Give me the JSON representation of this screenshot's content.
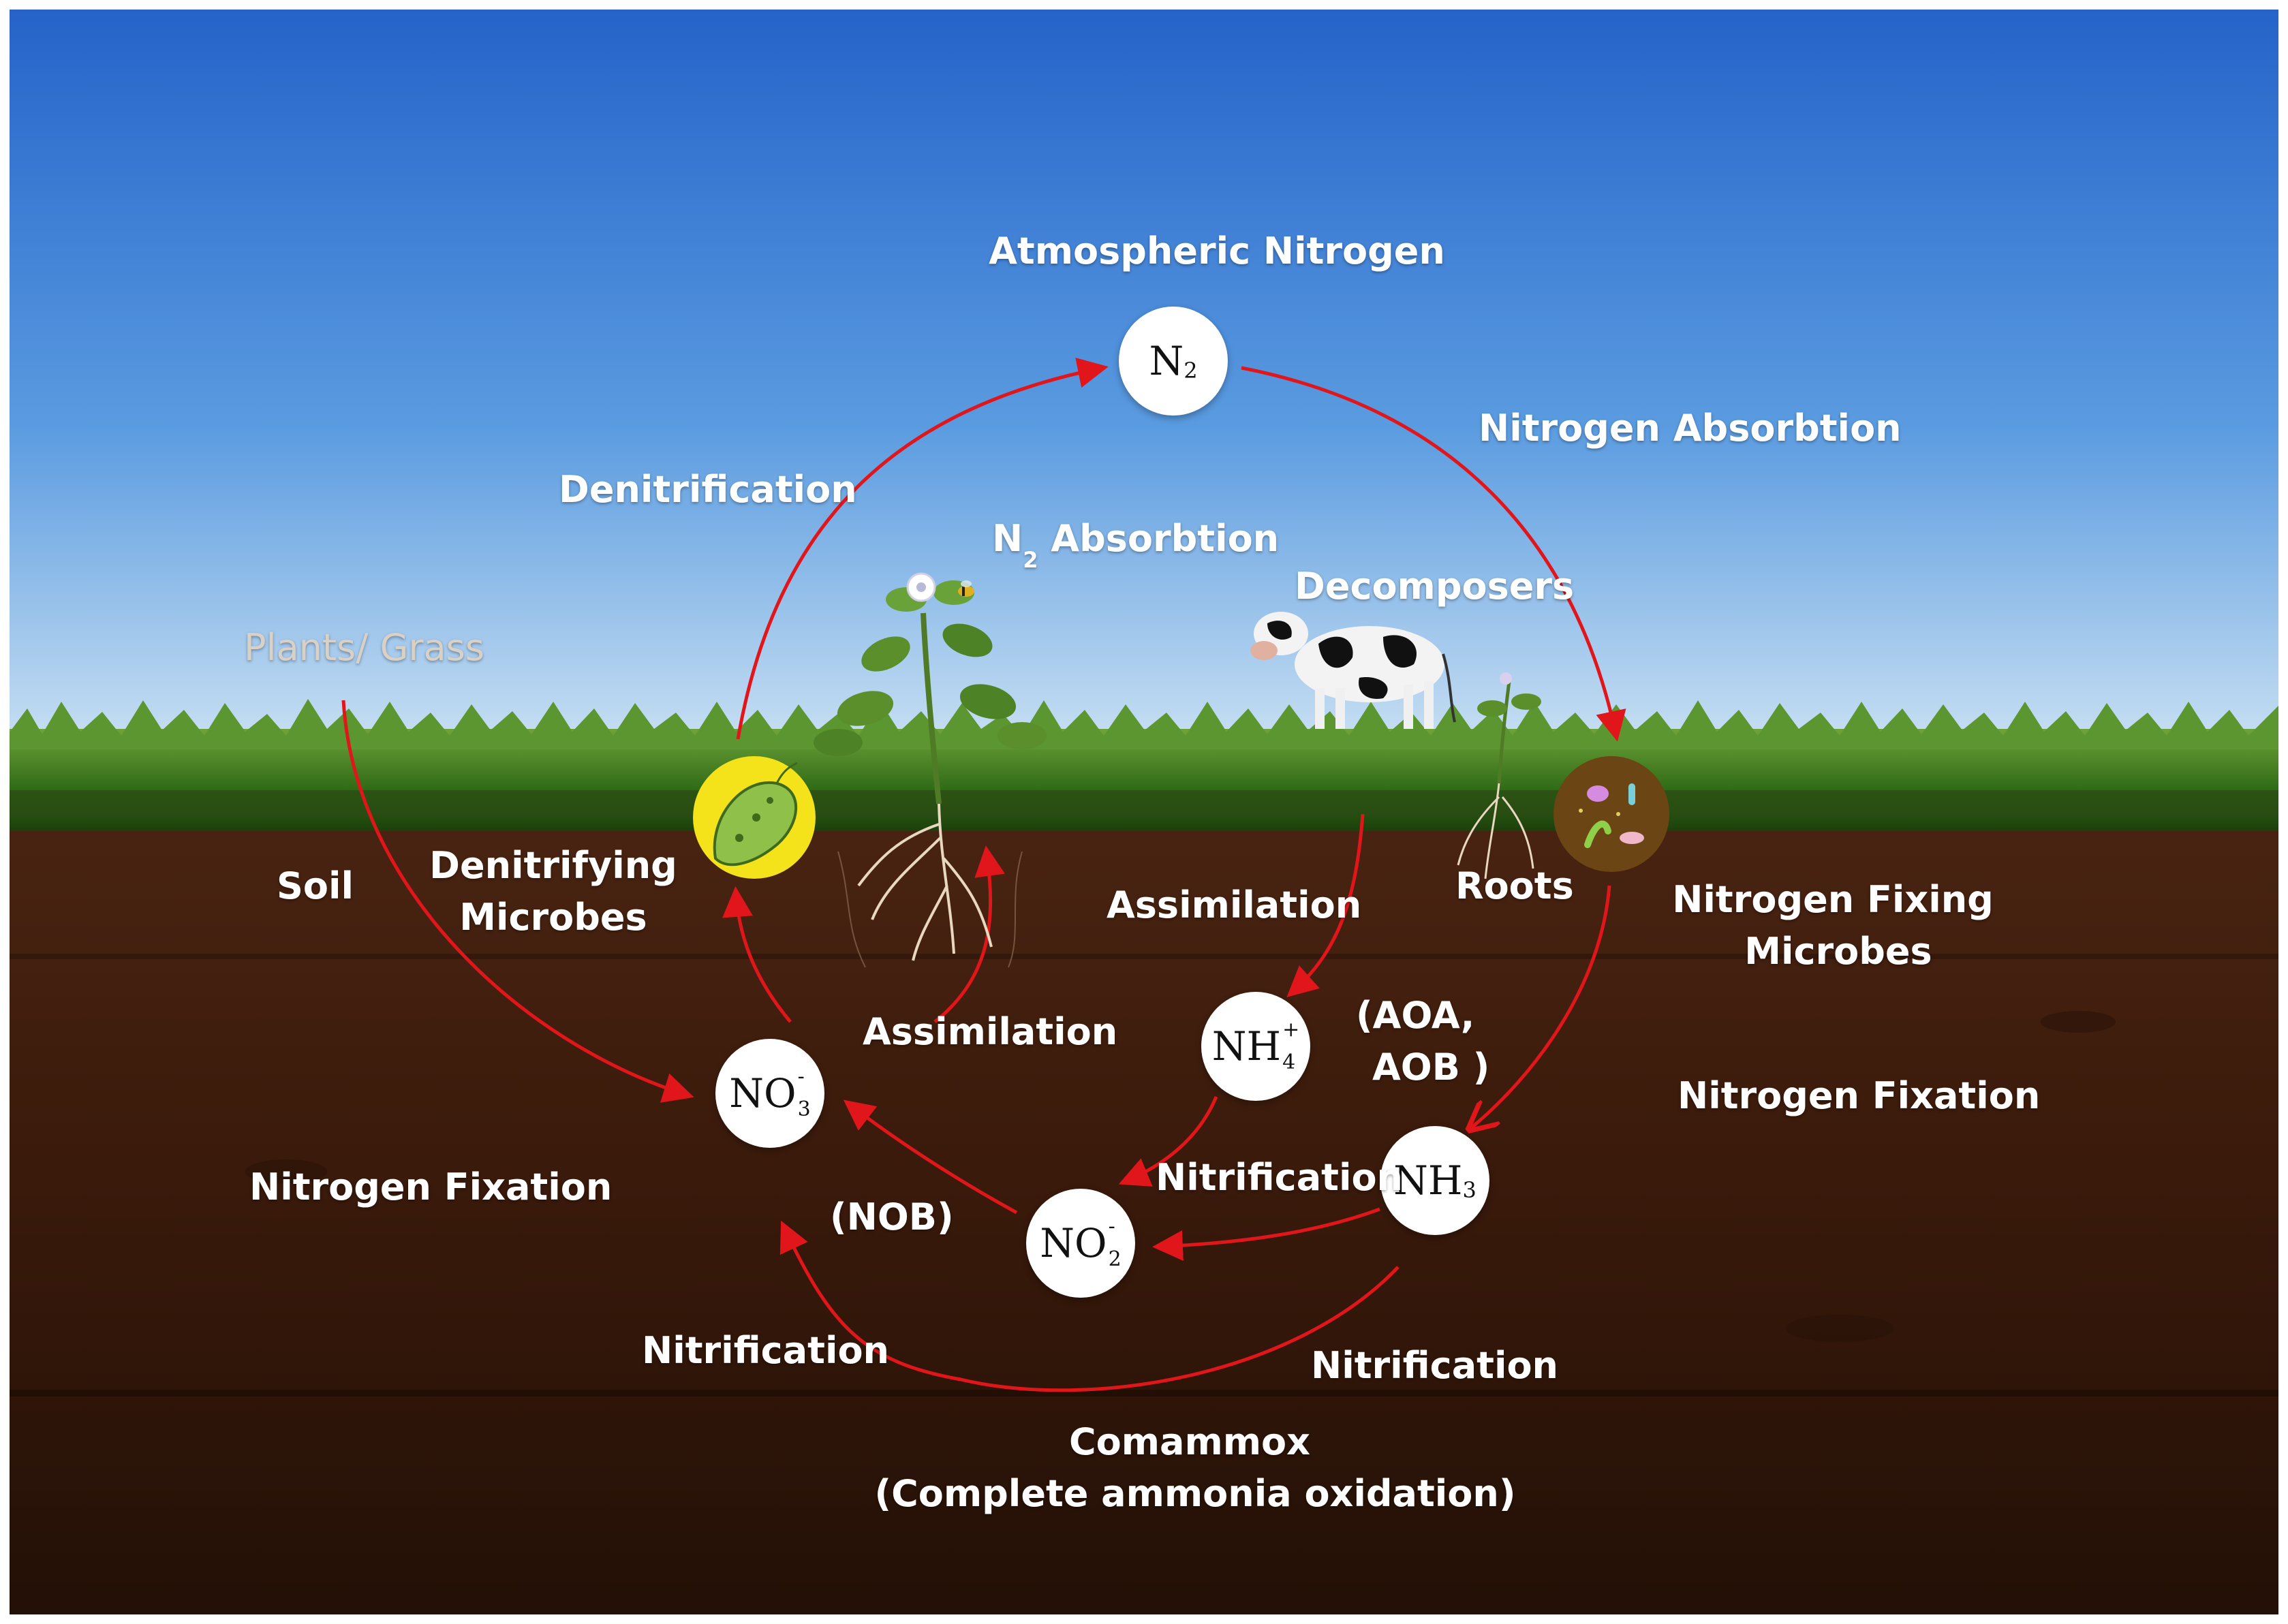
{
  "labels": {
    "atmospheric_nitrogen": "Atmospheric Nitrogen",
    "nitrogen_absorption": "Nitrogen Absorbtion",
    "denitrification": "Denitrification",
    "n2_absorption_prefix": "N",
    "n2_absorption_sub": "2",
    "n2_absorption_suffix": "Absorbtion",
    "decomposers": "Decomposers",
    "plants_grass": "Plants/ Grass",
    "soil": "Soil",
    "denitrifying_microbes_line1": "Denitrifying",
    "denitrifying_microbes_line2": "Microbes",
    "assimilation_upper": "Assimilation",
    "roots": "Roots",
    "nitrogen_fixing_microbes_line1": "Nitrogen Fixing",
    "nitrogen_fixing_microbes_line2": "Microbes",
    "assimilation_lower": "Assimilation",
    "aoa_aob_line1": "(AOA,",
    "aoa_aob_line2": "AOB )",
    "nitrogen_fixation_right": "Nitrogen Fixation",
    "nitrogen_fixation_left": "Nitrogen Fixation",
    "nitrification_middle": "Nitrification",
    "nob": "(NOB)",
    "nitrification_left": "Nitrification",
    "nitrification_right": "Nitrification",
    "comammox_line1": "Comammox",
    "comammox_line2": "(Complete ammonia oxidation)"
  },
  "nodes": {
    "n2": {
      "base": "N",
      "sub": "2"
    },
    "nh4": {
      "base": "NH",
      "sub": "4",
      "sup": "+"
    },
    "no3": {
      "base": "NO",
      "sub": "3",
      "sup": "-"
    },
    "no2": {
      "base": "NO",
      "sub": "2",
      "sup": "-"
    },
    "nh3": {
      "base": "NH",
      "sub": "3"
    }
  },
  "colors": {
    "sky_top": "#2a6ccb",
    "sky_bottom": "#c9e0f2",
    "grass": "#3f7a1e",
    "soil_top": "#4a2412",
    "soil_bottom": "#240f07",
    "arrow": "#e0161b",
    "denitrifier_circle": "#f4e21a",
    "fixer_circle": "#6b4514",
    "label": "#ffffff"
  },
  "icons": [
    "cow-icon",
    "plant-icon",
    "roots-icon",
    "bacterium-icon",
    "microbes-icon",
    "bee-icon",
    "flower-icon"
  ]
}
